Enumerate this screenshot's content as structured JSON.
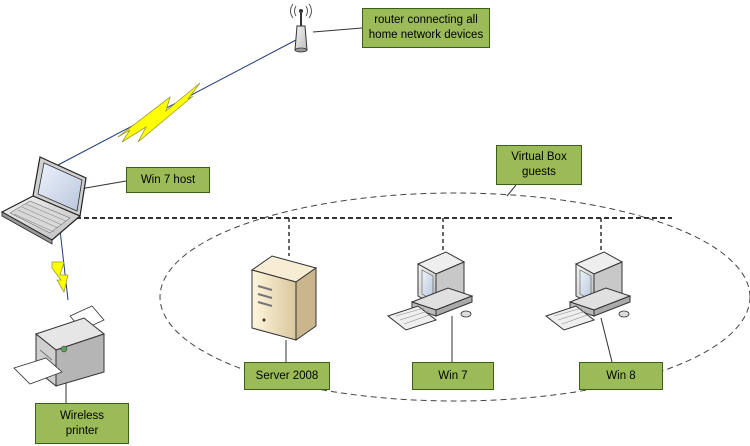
{
  "labels": {
    "router": "router connecting all\nhome network devices",
    "win7_host": "Win 7 host",
    "virtualbox_guests": "Virtual Box\nguests",
    "server2008": "Server 2008",
    "win7": "Win 7",
    "win8": "Win 8",
    "wireless_printer": "Wireless\nprinter"
  },
  "icons": [
    "router-icon",
    "laptop-icon",
    "printer-icon",
    "server-icon",
    "desktop-computer-icon"
  ],
  "colors": {
    "label_fill": "#9bbb59",
    "label_border": "#3a5f16",
    "lightning_fill": "#ffff00",
    "lightning_stroke": "#9a9a3a",
    "link_line": "#1f3b7a"
  }
}
